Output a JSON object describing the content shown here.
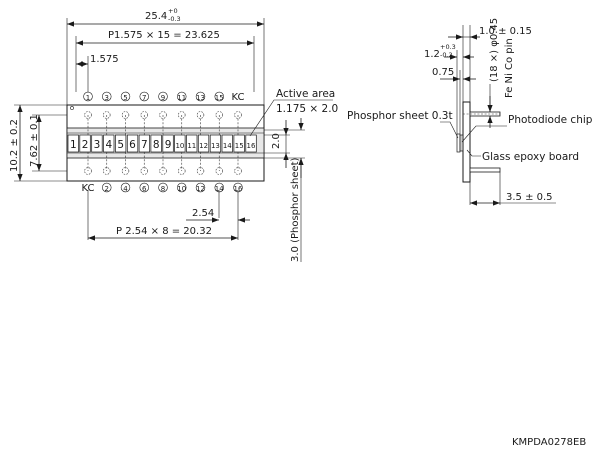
{
  "front": {
    "overall_width": "25.4",
    "overall_tol_plus": "+0",
    "overall_tol_minus": "-0.3",
    "pitch_top": "P1.575 × 15 = 23.625",
    "pitch_single": "1.575",
    "active_area_label": "Active area",
    "active_area_value": "1.175 × 2.0",
    "height_outer": "10.2 ± 0.2",
    "height_pins": "7.62 ± 0.1",
    "element_height": "2.0",
    "phosphor_height": "3.0 (Phosphor sheet)",
    "pin_pitch": "2.54",
    "pin_pitch_total": "P 2.54 × 8 = 20.32",
    "top_pins": [
      "1",
      "3",
      "5",
      "7",
      "9",
      "11",
      "13",
      "15",
      "KC"
    ],
    "bottom_pins": [
      "KC",
      "2",
      "4",
      "6",
      "8",
      "10",
      "12",
      "14",
      "16"
    ],
    "elements": [
      "1",
      "2",
      "3",
      "4",
      "5",
      "6",
      "7",
      "8",
      "9",
      "10",
      "11",
      "12",
      "13",
      "14",
      "15",
      "16"
    ]
  },
  "side": {
    "top_dim": "1.0 ± 0.15",
    "dim_12": "1.2",
    "dim_12_plus": "+0.3",
    "dim_12_minus": "-0.2",
    "dim_075": "0.75",
    "pin_dia": "(18 ×) φ0.45",
    "pin_material": "Fe Ni Co pin",
    "phosphor_label": "Phosphor sheet 0.3t",
    "photodiode_label": "Photodiode chip",
    "glass_label": "Glass epoxy board",
    "pin_length": "3.5 ± 0.5"
  },
  "doc_code": "KMPDA0278EB"
}
